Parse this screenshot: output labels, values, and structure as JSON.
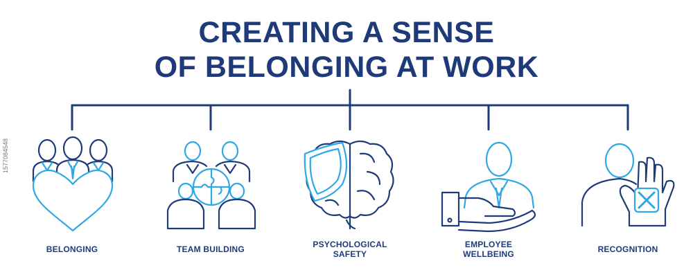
{
  "title": {
    "line1": "CREATING A SENSE",
    "line2": "OF BELONGING AT WORK"
  },
  "items": [
    {
      "label_line1": "BELONGING",
      "label_line2": "",
      "icon": "heart-team-icon"
    },
    {
      "label_line1": "TEAM BUILDING",
      "label_line2": "",
      "icon": "puzzle-team-icon"
    },
    {
      "label_line1": "PSYCHOLOGICAL",
      "label_line2": "SAFETY",
      "icon": "shield-brain-icon"
    },
    {
      "label_line1": "EMPLOYEE",
      "label_line2": "WELLBEING",
      "icon": "hand-person-icon"
    },
    {
      "label_line1": "RECOGNITION",
      "label_line2": "",
      "icon": "person-stop-hand-icon"
    }
  ],
  "watermark": "1577084548",
  "colors": {
    "navy": "#1e3a78",
    "blue": "#2fa7e4"
  }
}
